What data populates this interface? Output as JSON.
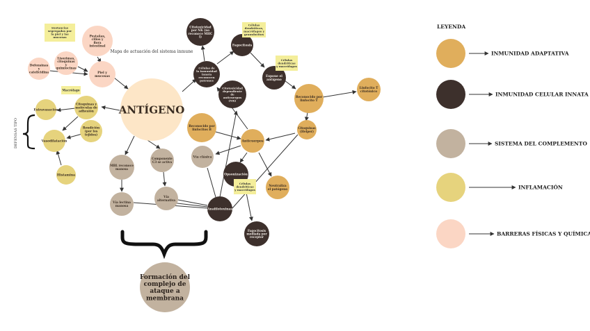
{
  "colors": {
    "adaptive": "#e0ae5c",
    "innate": "#3d302c",
    "complement": "#c2b29f",
    "inflammation": "#e6d37d",
    "barrier": "#fbd6c4",
    "antigen": "#fde6c7",
    "sticky": "#f4ee9a",
    "line": "#333333"
  },
  "title": "Mapa de actuación del sistema inmune",
  "antigen": "ANTÍGENO",
  "bottom": "Formación del complejo de ataque a membrana",
  "side_label": "DEFENSAS TIPO",
  "nodes": {
    "piel": "Piel y mucosas",
    "pestanas": "Pestañas, cilios y flora intestinal",
    "lisozimas": "Lisozimas, citoquinas y quimiocinas",
    "defensinas": "Defensinas y catelicidina",
    "extravasacion": "Extravasación",
    "citoquinas": "Citoquinas y moléculas de adhesión",
    "rendicion": "Rendición (por los tejidos)",
    "vasodilatacion": "Vasodilatación",
    "histamina": "Histamina",
    "mbl": "MBL reconoce manosa",
    "complemento": "Componente C3 se activa",
    "lectinas": "Vía lectina manosa",
    "alternativa": "Vía alternativa",
    "clasica": "Vía clásica",
    "anafilotoxinas": "Anafilotoxinas",
    "opsonizacion": "Opsonización",
    "fagocitosis": "Fagocitosis mediada por receptor",
    "neutraliza": "Neutraliza el patógeno",
    "anticuerpos": "Anticuerpos",
    "reconocido": "Reconocido por linfocitos B",
    "citotox_nk_mhc": "Citotoxicidad por NK (no reconoce MHC I)",
    "celulas_inmunidad": "Células de la inmunidad innata reconocen patrones",
    "citotox_anticuerpos": "Citotoxicidad dependiente de anticuerpos (NK)",
    "fagocitosis_top": "Fagocitosis",
    "expone": "Expone el antígeno",
    "linfocito_t": "Reconocido por linfocito T",
    "citotoxico": "Linfocito T citotóxico",
    "helper": "Citoquinas (Helper)"
  },
  "notes": {
    "sustancias": "Sustancias segregadas por la piel y las mucosas",
    "macrofago": "Macrófago",
    "celulas_dend1": "Células dendríticas, macrófagos y granulocitos",
    "celulas_dend2": "Células dendríticas y macrófagos",
    "celulas_dend3": "Células dendríticas y macrófagos"
  },
  "legend": {
    "title": "LEYENDA",
    "items": [
      {
        "label": "INMUNIDAD ADAPTATIVA",
        "color": "#e0ae5c"
      },
      {
        "label": "INMUNIDAD CELULAR INNATA",
        "color": "#3d302c"
      },
      {
        "label": "SISTEMA DEL COMPLEMENTO",
        "color": "#c2b29f"
      },
      {
        "label": "INFLAMACIÓN",
        "color": "#e6d37d"
      },
      {
        "label": "BARRERAS FÍSICAS Y QUÍMICAS",
        "color": "#fbd6c4"
      }
    ]
  }
}
